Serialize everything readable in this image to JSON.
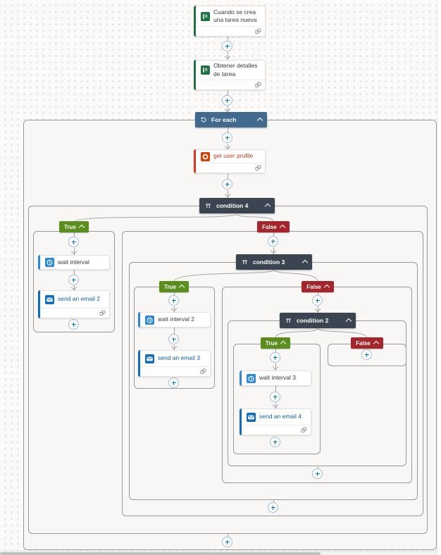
{
  "flow": {
    "trigger": {
      "title": "Cuando se crea una tarea nueva"
    },
    "get_task_details": {
      "title": "Obtener detalles de tarea"
    },
    "for_each": {
      "label": "For each"
    },
    "get_user_profile": {
      "title": "get user profile"
    },
    "condition4": {
      "label": "condition 4"
    },
    "condition3": {
      "label": "condition 3"
    },
    "condition2": {
      "label": "condition 2"
    },
    "wait_interval": {
      "title": "wait interval"
    },
    "wait_interval2": {
      "title": "wait interval 2"
    },
    "wait_interval3": {
      "title": "wait interval 3"
    },
    "send_email2": {
      "title": "send an email 2"
    },
    "send_email3": {
      "title": "send an email 3"
    },
    "send_email4": {
      "title": "send an email 4"
    },
    "branch_labels": {
      "true": "True",
      "false": "False"
    }
  },
  "colors": {
    "planner_green": "#217346",
    "office_orange": "#d83b01",
    "outlook_blue": "#0f6cbd",
    "schedule_blue": "#2b88d8",
    "foreach_header": "#426a8e",
    "condition_header": "#3b4552",
    "true_badge": "#5b8f1d",
    "false_badge": "#a4262c",
    "add_button_plus": "#0078d4"
  }
}
